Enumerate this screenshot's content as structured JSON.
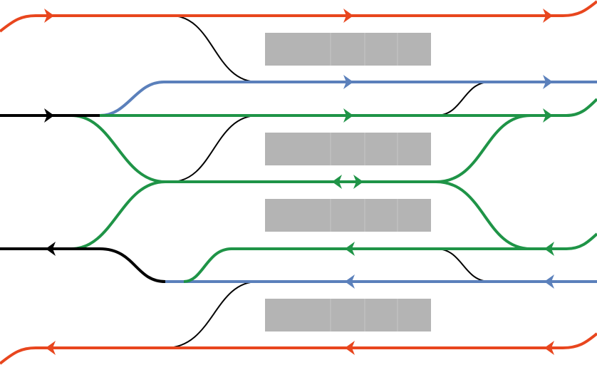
{
  "colors": {
    "orange_track": "#e8461e",
    "blue_track": "#5b80bb",
    "green_track": "#1f9447",
    "black_track": "#000000",
    "platform": "#b4b4b4",
    "connector": "#000000"
  },
  "diagram": {
    "type": "railway-track-layout",
    "platforms_count": 4,
    "tracks": [
      {
        "id": "orange-top",
        "color": "orange",
        "direction": "right"
      },
      {
        "id": "blue-upper",
        "color": "blue",
        "direction": "right"
      },
      {
        "id": "green-upper",
        "color": "green",
        "direction": "right"
      },
      {
        "id": "green-middle",
        "color": "green",
        "direction": "bidirectional"
      },
      {
        "id": "green-lower",
        "color": "green",
        "direction": "left"
      },
      {
        "id": "blue-lower",
        "color": "blue",
        "direction": "left"
      },
      {
        "id": "orange-bottom",
        "color": "orange",
        "direction": "left"
      },
      {
        "id": "black-inbound",
        "color": "black",
        "direction": "right"
      },
      {
        "id": "black-outbound",
        "color": "black",
        "direction": "left"
      }
    ]
  }
}
